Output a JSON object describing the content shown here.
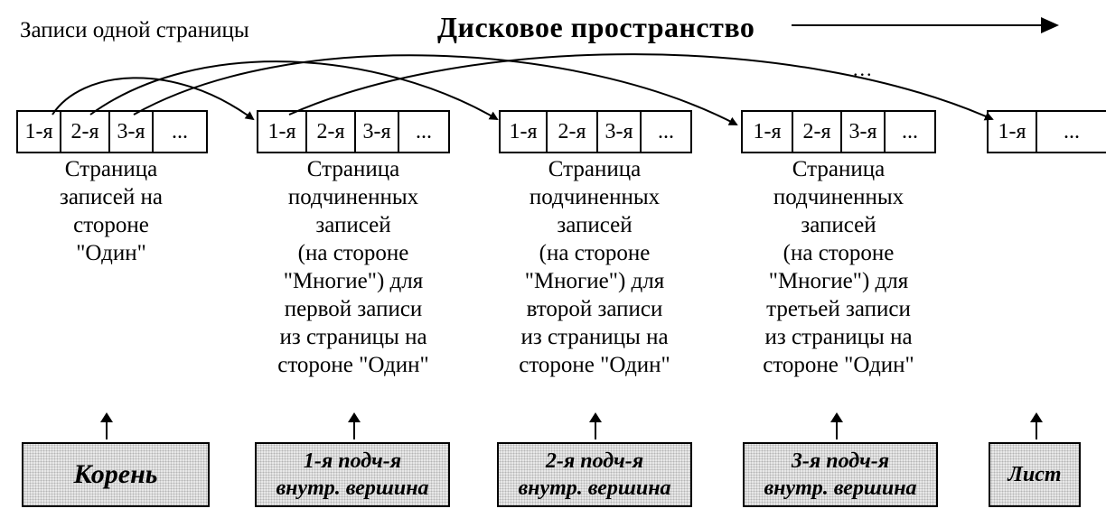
{
  "header": {
    "records_of_one_page": "Записи одной страницы",
    "disk_space": "Дисковое пространство"
  },
  "ellipsis_dots": "...",
  "pages": [
    {
      "cells": [
        "1-я",
        "2-я",
        "3-я",
        "..."
      ],
      "caption": [
        "Страница",
        "записей на",
        "стороне",
        "\"Один\""
      ]
    },
    {
      "cells": [
        "1-я",
        "2-я",
        "3-я",
        "..."
      ],
      "caption": [
        "Страница",
        "подчиненных",
        "записей",
        "(на стороне",
        "\"Многие\") для",
        "первой записи",
        "из страницы на",
        "стороне \"Один\""
      ]
    },
    {
      "cells": [
        "1-я",
        "2-я",
        "3-я",
        "..."
      ],
      "caption": [
        "Страница",
        "подчиненных",
        "записей",
        "(на стороне",
        "\"Многие\") для",
        "второй записи",
        "из страницы на",
        "стороне \"Один\""
      ]
    },
    {
      "cells": [
        "1-я",
        "2-я",
        "3-я",
        "..."
      ],
      "caption": [
        "Страница",
        "подчиненных",
        "записей",
        "(на стороне",
        "\"Многие\") для",
        "третьей записи",
        "из страницы на",
        "стороне \"Один\""
      ]
    },
    {
      "cells": [
        "1-я",
        "..."
      ],
      "caption": []
    }
  ],
  "nodes": [
    {
      "lines": [
        "Корень"
      ]
    },
    {
      "lines": [
        "1-я подч-я",
        "внутр. вершина"
      ]
    },
    {
      "lines": [
        "2-я подч-я",
        "внутр. вершина"
      ]
    },
    {
      "lines": [
        "3-я подч-я",
        "внутр. вершина"
      ]
    },
    {
      "lines": [
        "Лист"
      ]
    }
  ]
}
